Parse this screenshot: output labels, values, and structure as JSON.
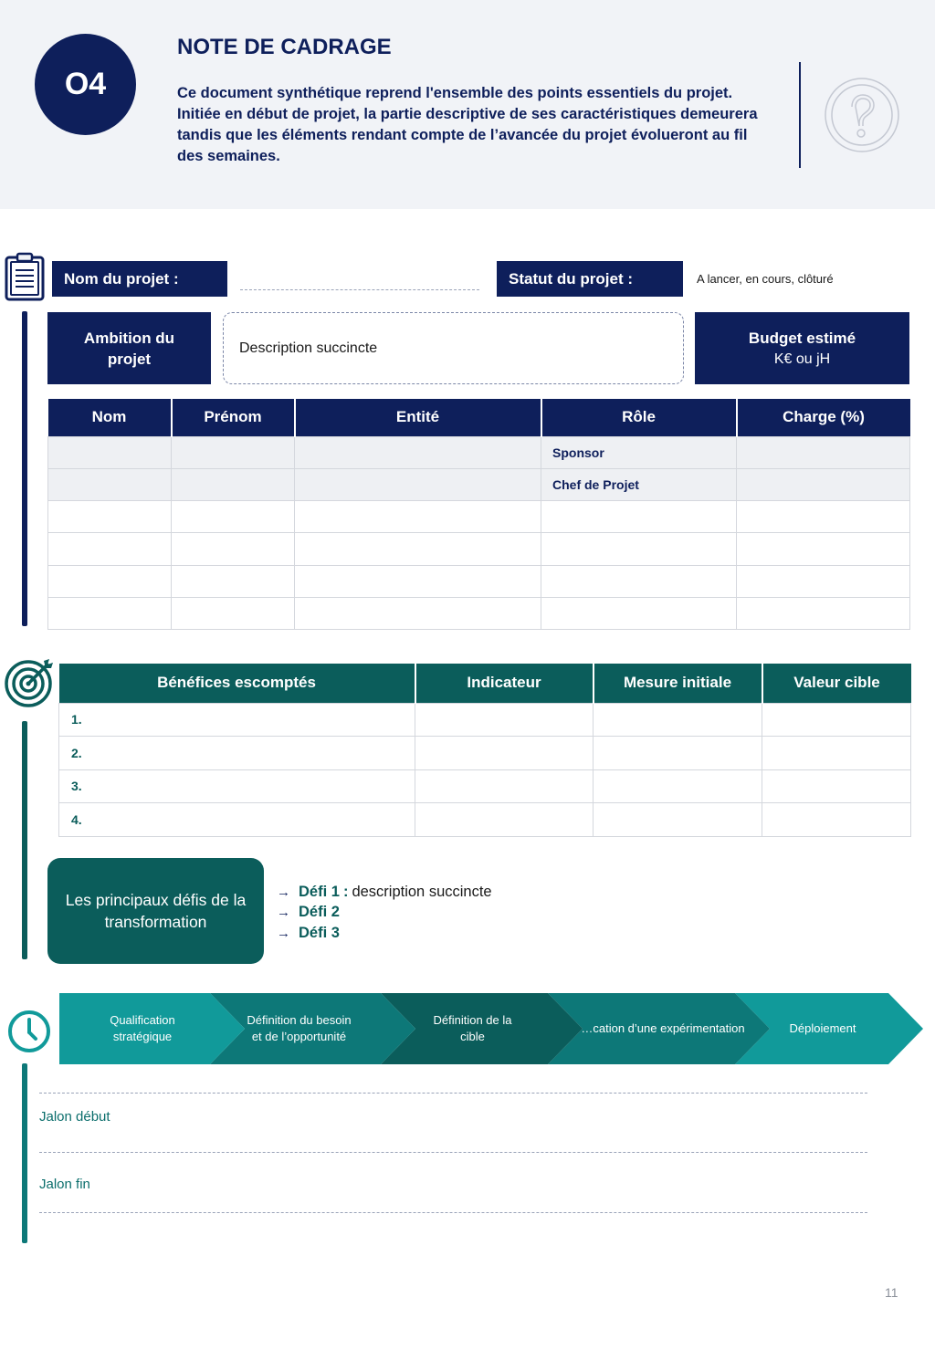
{
  "header": {
    "badge": "O4",
    "title": "NOTE DE CADRAGE",
    "description": "Ce document synthétique reprend l'ensemble des points essentiels du projet. Initiée en début de projet, la partie descriptive de ses caractéristiques demeurera tandis que les éléments rendant compte de l’avancée du projet évolueront au fil des semaines."
  },
  "project": {
    "name_label": "Nom du projet :",
    "status_label": "Statut du projet :",
    "status_value": "A lancer, en cours, clôturé",
    "ambition_label": "Ambition du projet",
    "description_placeholder": "Description succincte",
    "budget_label": "Budget estimé",
    "budget_unit": "K€ ou jH"
  },
  "team_table": {
    "headers": [
      "Nom",
      "Prénom",
      "Entité",
      "Rôle",
      "Charge (%)"
    ],
    "roles": [
      "Sponsor",
      "Chef de Projet",
      "",
      "",
      "",
      ""
    ]
  },
  "benefits_table": {
    "headers": [
      "Bénéfices escomptés",
      "Indicateur",
      "Mesure initiale",
      "Valeur cible"
    ],
    "rows": [
      "1.",
      "2.",
      "3.",
      "4."
    ]
  },
  "challenges": {
    "box_label": "Les principaux défis de la transformation",
    "items": [
      {
        "label": "Défi 1",
        "sep": " :",
        "text": " description succincte"
      },
      {
        "label": "Défi 2",
        "sep": "",
        "text": ""
      },
      {
        "label": "Défi 3",
        "sep": "",
        "text": ""
      }
    ]
  },
  "timeline": {
    "phases": [
      "Qualification stratégique",
      "Définition du besoin et de l’opportunité",
      "Définition de la cible",
      "…cation d’une expérimentation",
      "Déploiement"
    ],
    "colors": [
      "#119a9a",
      "#0d7878",
      "#0b5d5b",
      "#0d7878",
      "#119a9a"
    ],
    "milestone_start": "Jalon début",
    "milestone_end": "Jalon fin"
  },
  "colors": {
    "navy": "#0e1f5b",
    "teal_dark": "#0b5d5b",
    "teal": "#119a9a"
  },
  "page_number": "11"
}
